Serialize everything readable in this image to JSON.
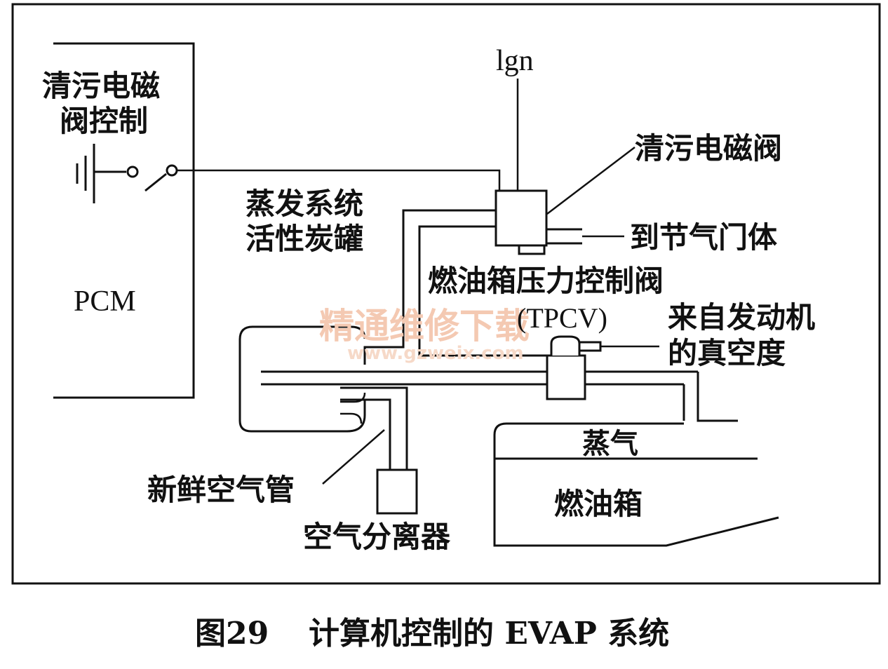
{
  "pcm": {
    "title_line1": "清污电磁",
    "title_line2": "阀控制",
    "name": "PCM"
  },
  "labels": {
    "ign": "lgn",
    "purge_valve": "清污电磁阀",
    "canister_line1": "蒸发系统",
    "canister_line2": "活性炭罐",
    "to_throttle": "到节气门体",
    "tpcv_line1": "燃油箱压力控制阀",
    "tpcv_line2": "(TPCV)",
    "vacuum_line1": "来自发动机",
    "vacuum_line2": "的真空度",
    "vapor": "蒸气",
    "fuel_tank": "燃油箱",
    "fresh_air": "新鲜空气管",
    "air_separator": "空气分离器"
  },
  "watermark": {
    "cn": "精通维修下载",
    "url": "www.gzweix.com"
  },
  "caption": {
    "number": "图29",
    "text": "计算机控制的 EVAP 系统"
  }
}
